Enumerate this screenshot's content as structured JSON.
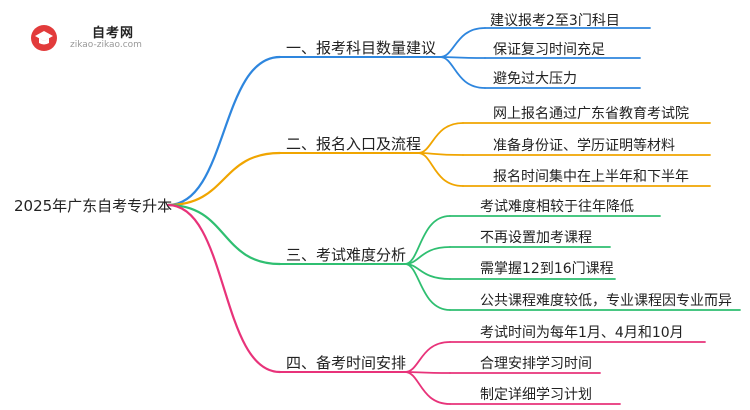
{
  "logo": {
    "title": "自考网",
    "subtitle": "zikao-zikao.com",
    "icon": "graduation-cap-icon"
  },
  "root": "2025年广东自考专升本",
  "colors": {
    "branch1": "#2e86de",
    "branch2": "#f0a500",
    "branch3": "#2fbf71",
    "branch4": "#e8337a"
  },
  "branches": [
    {
      "label": "一、报考科目数量建议",
      "leaves": [
        "建议报考2至3门科目",
        "保证复习时间充足",
        "避免过大压力"
      ]
    },
    {
      "label": "二、报名入口及流程",
      "leaves": [
        "网上报名通过广东省教育考试院",
        "准备身份证、学历证明等材料",
        "报名时间集中在上半年和下半年"
      ]
    },
    {
      "label": "三、考试难度分析",
      "leaves": [
        "考试难度相较于往年降低",
        "不再设置加考课程",
        "需掌握12到16门课程",
        "公共课程难度较低，专业课程因专业而异"
      ]
    },
    {
      "label": "四、备考时间安排",
      "leaves": [
        "考试时间为每年1月、4月和10月",
        "合理安排学习时间",
        "制定详细学习计划"
      ]
    }
  ]
}
